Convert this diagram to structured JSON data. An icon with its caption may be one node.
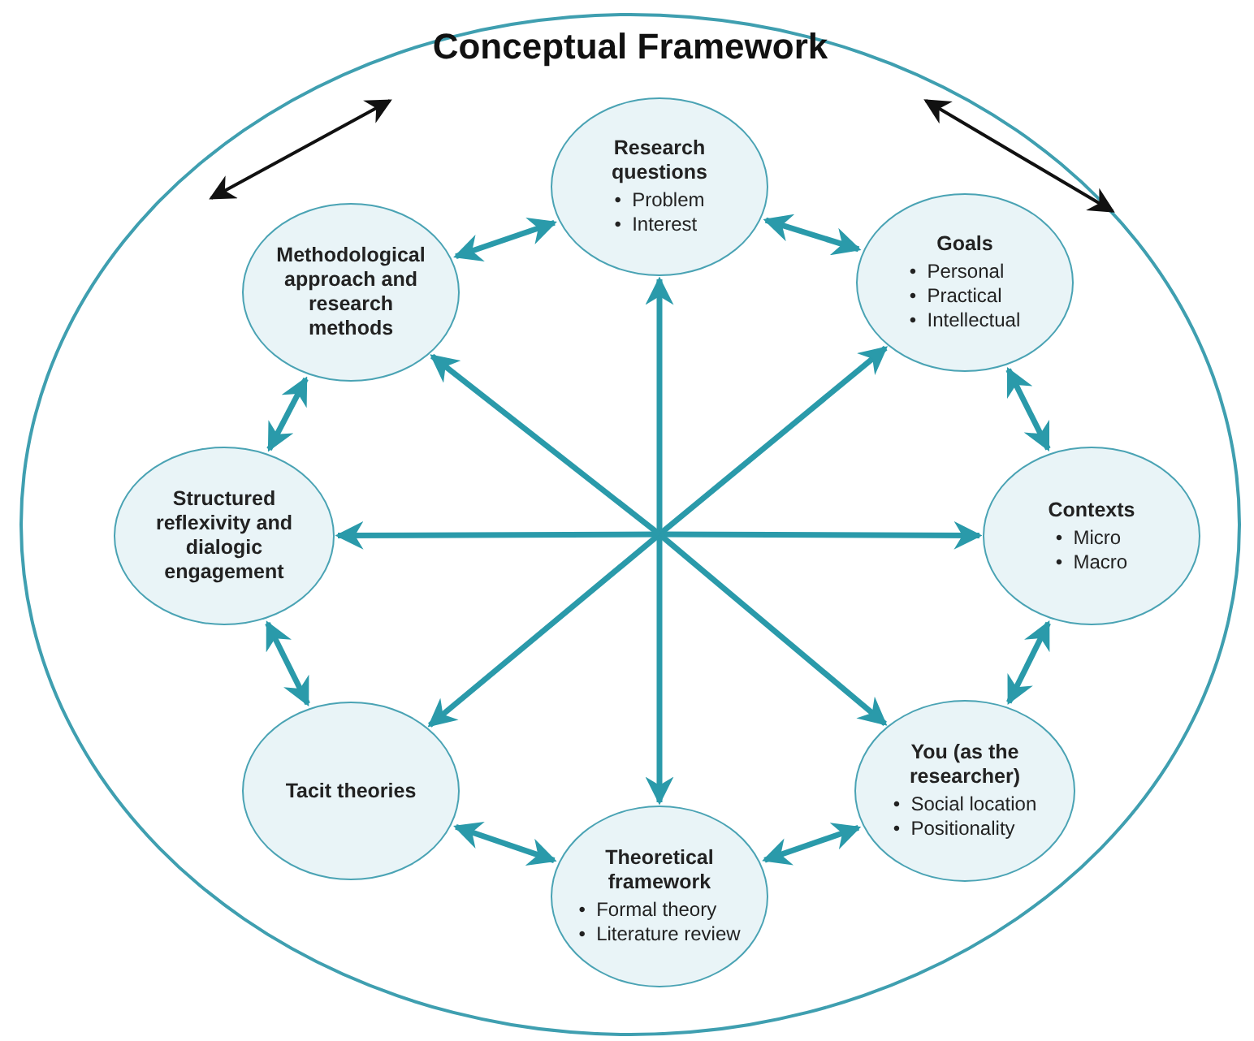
{
  "diagram": {
    "nodes": [
      {
        "text": [
          "Conceptual Framework"
        ]
      },
      {
        "text": [
          "Research questions",
          "•  Problem",
          "•  Interest"
        ],
        "in": 0
      },
      {
        "text": [
          "Goals",
          "•  Personal",
          "•  Practical",
          "•  Intellectual"
        ],
        "in": 0
      },
      {
        "text": [
          "Methodological approach and research methods"
        ],
        "in": 0
      },
      {
        "text": [
          "Structured reflexivity and dialogic engagement"
        ],
        "in": 0
      },
      {
        "text": [
          "Contexts",
          "•  Micro",
          "•  Macro"
        ],
        "in": 0
      },
      {
        "text": [
          "Tacit theories"
        ],
        "in": 0
      },
      {
        "text": [
          "You (as the researcher)",
          "•  Social location",
          "•  Positionality"
        ],
        "in": 0
      },
      {
        "text": [
          "Theoretical framework",
          "•  Formal theory",
          "•  Literature review"
        ],
        "in": 0
      }
    ],
    "edges": [
      {
        "from": 1,
        "to": 2,
        "arrow": "both"
      },
      {
        "from": 2,
        "to": 5,
        "arrow": "both"
      },
      {
        "from": 5,
        "to": 7,
        "arrow": "both"
      },
      {
        "from": 7,
        "to": 8,
        "arrow": "both"
      },
      {
        "from": 8,
        "to": 6,
        "arrow": "both"
      },
      {
        "from": 6,
        "to": 4,
        "arrow": "both"
      },
      {
        "from": 4,
        "to": 3,
        "arrow": "both"
      },
      {
        "from": 3,
        "to": 1,
        "arrow": "both"
      },
      {
        "from": null,
        "to": 1,
        "arrow": "to"
      },
      {
        "from": null,
        "to": 2,
        "arrow": "to"
      },
      {
        "from": null,
        "to": 5,
        "arrow": "to"
      },
      {
        "from": null,
        "to": 7,
        "arrow": "to"
      },
      {
        "from": null,
        "to": 8,
        "arrow": "to"
      },
      {
        "from": null,
        "to": 6,
        "arrow": "to"
      },
      {
        "from": null,
        "to": 4,
        "arrow": "to"
      },
      {
        "from": null,
        "to": 3,
        "arrow": "to"
      }
    ]
  }
}
